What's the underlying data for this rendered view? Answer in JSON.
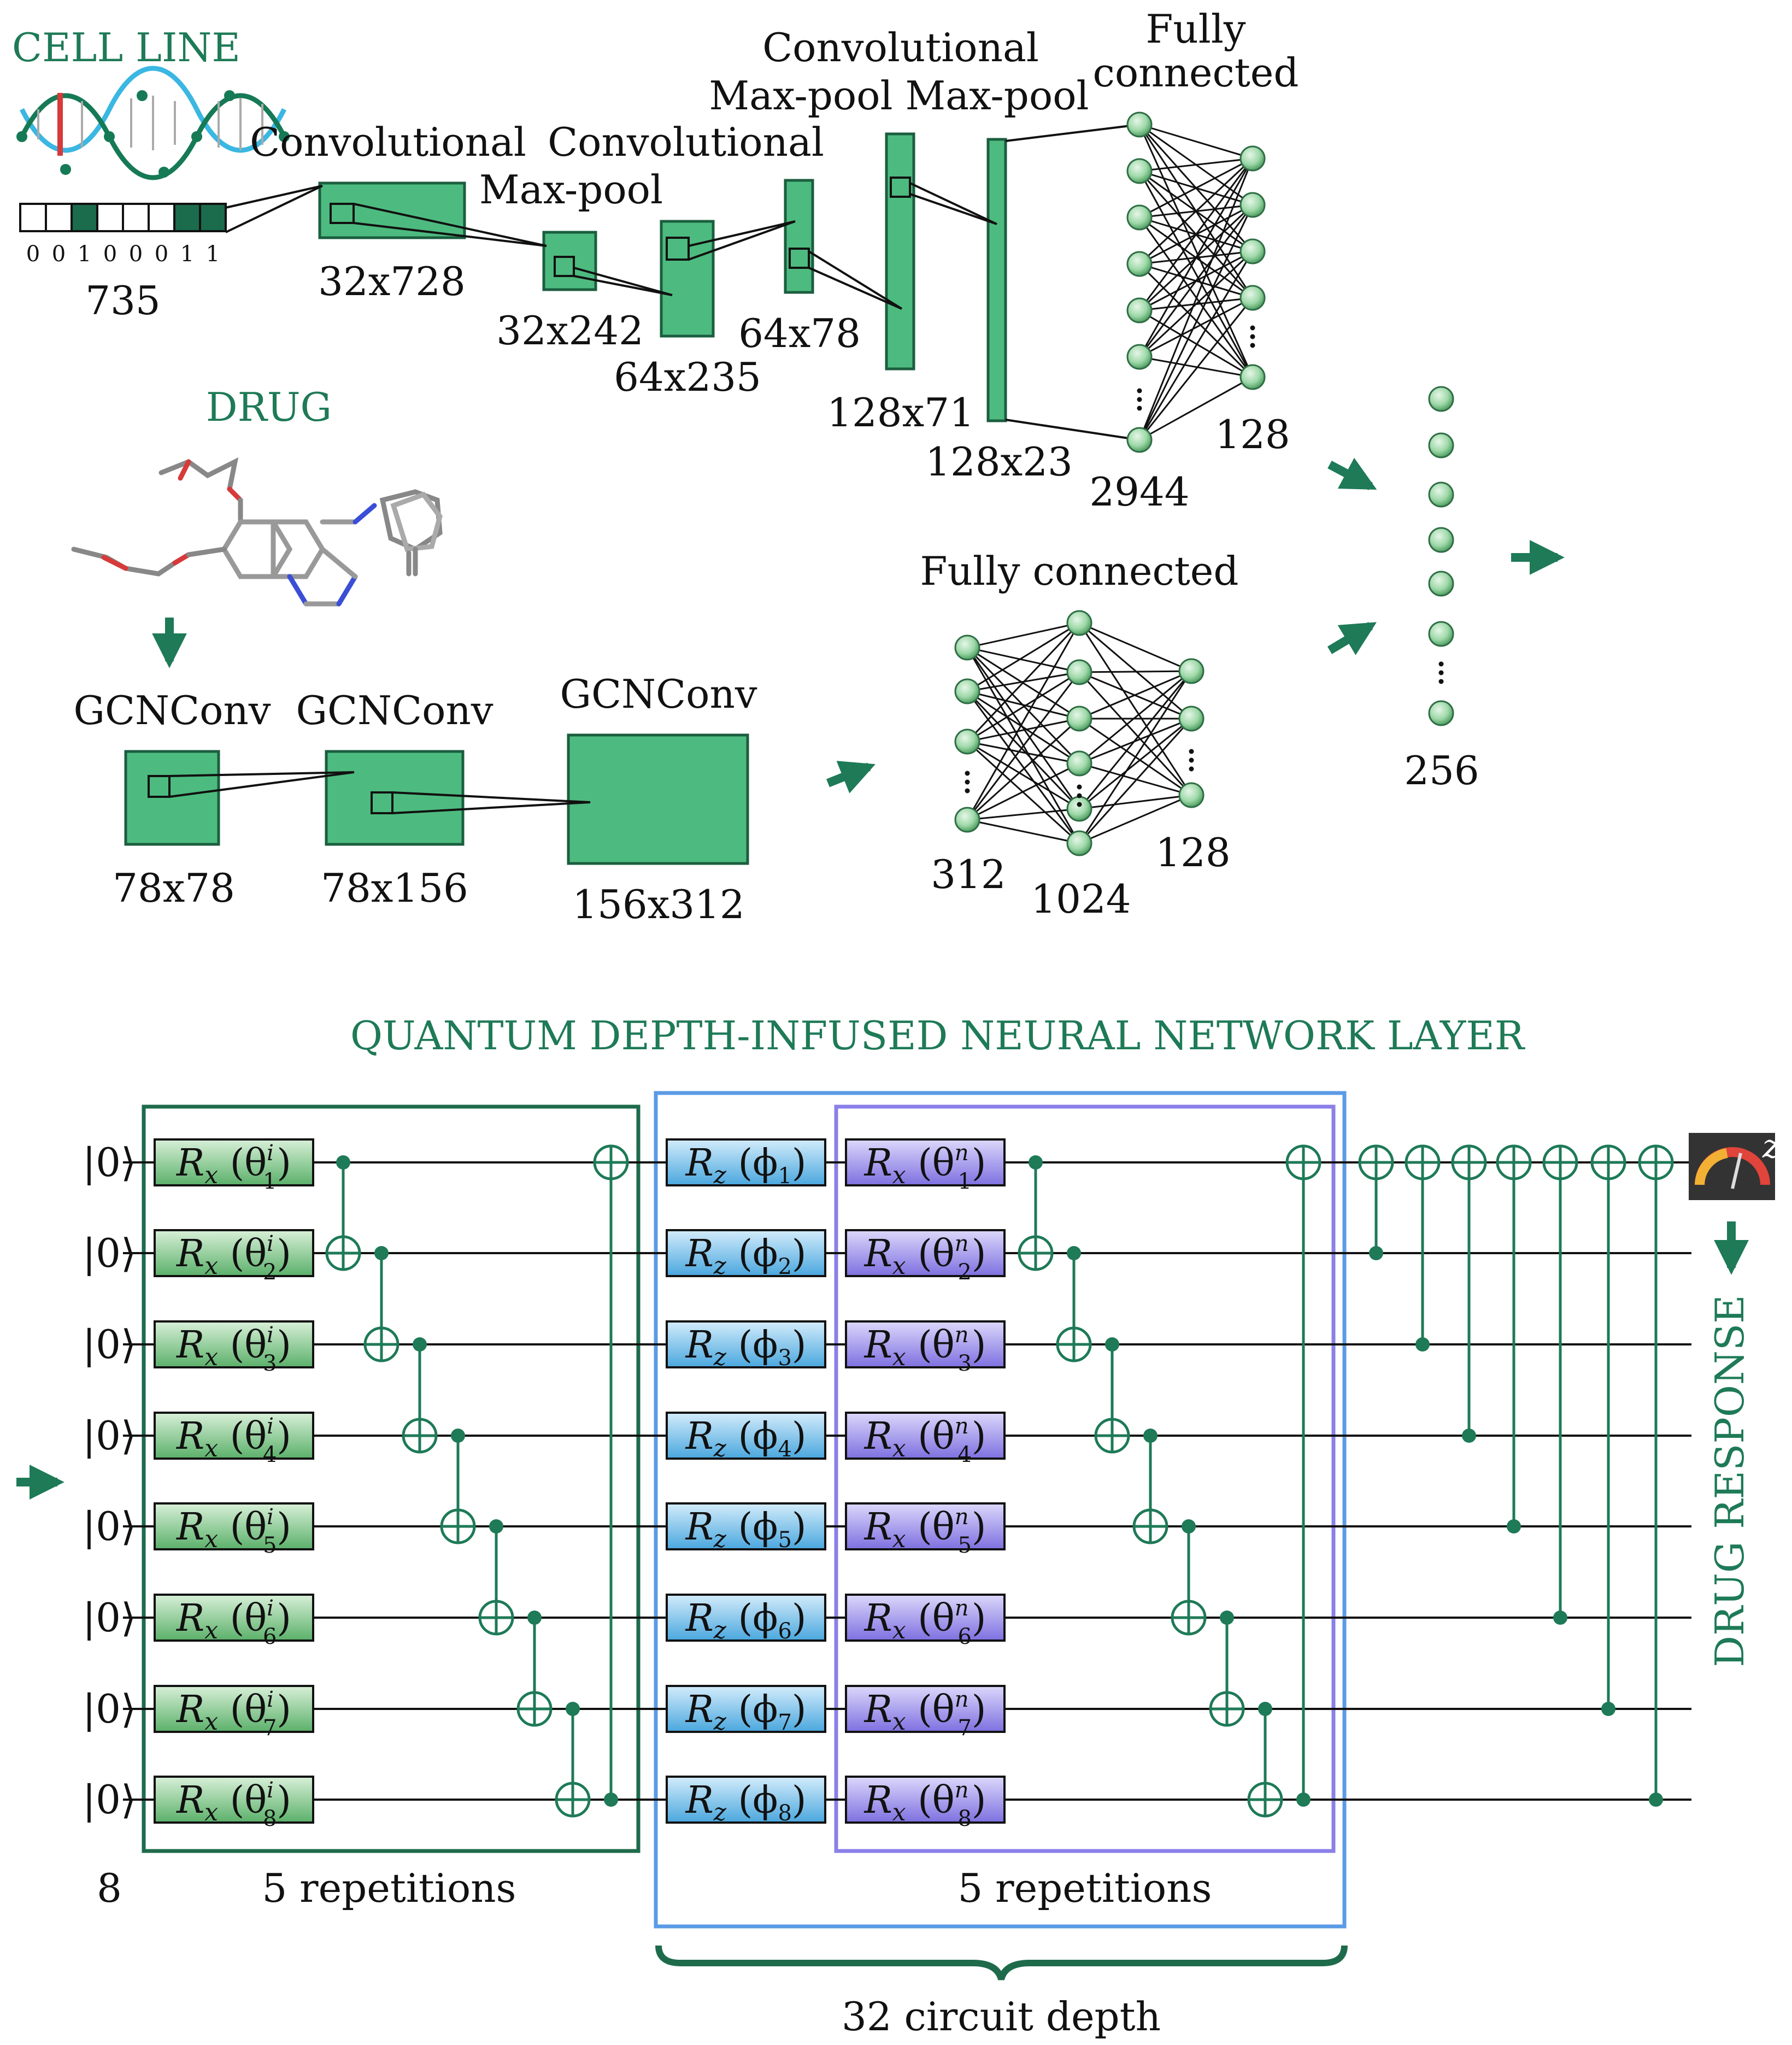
{
  "colors": {
    "accent": "#1e7a57",
    "layer_fill": "#4dbb7f",
    "layer_stroke": "#1b5e3f",
    "node_fill": "#9fd9a9",
    "gate_green": "#6fbf73",
    "gate_blue": "#62b6e6",
    "gate_purple": "#8f84e6",
    "box_blue": "#5b9be6",
    "box_purple": "#8a80e8",
    "dna_red": "#d63a3a",
    "dna_cyan": "#3ab7e2",
    "dna_green": "#157a55"
  },
  "cell_line": {
    "heading": "CELL LINE",
    "one_hot_bits": [
      "0",
      "0",
      "1",
      "0",
      "0",
      "0",
      "1",
      "1"
    ],
    "input_size": "735",
    "conv1": "Convolutional",
    "conv1_shape": "32x728",
    "pool1": "Max-pool",
    "pool1_shape": "32x242",
    "conv2": "Convolutional",
    "conv2_shape": "64x235",
    "pool2_shape": "64x78",
    "conv3_line": "Convolutional",
    "conv3_pool_line": "Max-pool Max-pool",
    "conv3_shape": "128x71",
    "pool3_shape": "128x23",
    "fc_title_1": "Fully",
    "fc_title_2": "connected",
    "fc_in": "2944",
    "fc_out": "128"
  },
  "drug": {
    "heading": "DRUG",
    "gcn1": "GCNConv",
    "gcn1_shape": "78x78",
    "gcn2": "GCNConv",
    "gcn2_shape": "78x156",
    "gcn3": "GCNConv",
    "gcn3_shape": "156x312",
    "fc_title": "Fully connected",
    "fc_in": "312",
    "fc_hidden": "1024",
    "fc_out": "128"
  },
  "merge": {
    "size": "256"
  },
  "quantum": {
    "title": "QUANTUM DEPTH-INFUSED NEURAL NETWORK LAYER",
    "ket": "|0⟩",
    "qubit_count": "8",
    "block1_reps": "5 repetitions",
    "block2_reps": "5 repetitions",
    "depth": "32 circuit depth",
    "measure_basis": "z",
    "output": "DRUG RESPONSE",
    "rx_letter": "R",
    "rx_sub": "x",
    "rz_sub": "z",
    "theta": "θ",
    "phi": "ϕ",
    "sup_input": "i",
    "sup_n": "n",
    "indices": [
      "1",
      "2",
      "3",
      "4",
      "5",
      "6",
      "7",
      "8"
    ]
  }
}
